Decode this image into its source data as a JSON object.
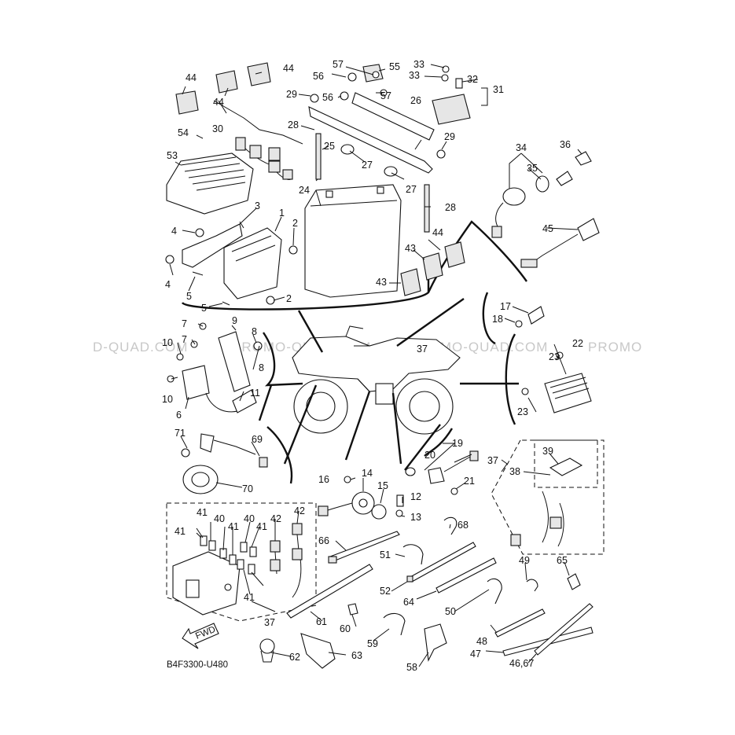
{
  "watermarks": [
    "D-QUAD.COM",
    "PROMO-QUAD.COM",
    "PROMO-QUAD.COM",
    "PROMO"
  ],
  "diagram_code": "B4F3300-U480",
  "fwd_label": "FWD",
  "callouts": {
    "c1": "1",
    "c2a": "2",
    "c2b": "2",
    "c3": "3",
    "c4a": "4",
    "c4b": "4",
    "c5a": "5",
    "c5b": "5",
    "c6": "6",
    "c7a": "7",
    "c7b": "7",
    "c8a": "8",
    "c8b": "8",
    "c9": "9",
    "c10a": "10",
    "c10b": "10",
    "c11": "11",
    "c12": "12",
    "c13": "13",
    "c14": "14",
    "c15": "15",
    "c16": "16",
    "c17": "17",
    "c18": "18",
    "c19": "19",
    "c20": "20",
    "c21": "21",
    "c22": "22",
    "c23a": "23",
    "c23b": "23",
    "c24": "24",
    "c25": "25",
    "c26": "26",
    "c27a": "27",
    "c27b": "27",
    "c28a": "28",
    "c28b": "28",
    "c29a": "29",
    "c29b": "29",
    "c30": "30",
    "c31": "31",
    "c32": "32",
    "c33a": "33",
    "c33b": "33",
    "c34": "34",
    "c35": "35",
    "c36": "36",
    "c37a": "37",
    "c37b": "37",
    "c37c": "37",
    "c38": "38",
    "c39": "39",
    "c40a": "40",
    "c40b": "40",
    "c41a": "41",
    "c41b": "41",
    "c41c": "41",
    "c41d": "41",
    "c41e": "41",
    "c42a": "42",
    "c42b": "42",
    "c43a": "43",
    "c43b": "43",
    "c44a": "44",
    "c44b": "44",
    "c44c": "44",
    "c44d": "44",
    "c45": "45",
    "c46": "46,67",
    "c47": "47",
    "c48": "48",
    "c49": "49",
    "c50": "50",
    "c51": "51",
    "c52": "52",
    "c53": "53",
    "c54": "54",
    "c55": "55",
    "c56a": "56",
    "c56b": "56",
    "c57a": "57",
    "c57b": "57",
    "c58": "58",
    "c59": "59",
    "c60": "60",
    "c61": "61",
    "c62": "62",
    "c63": "63",
    "c64": "64",
    "c65": "65",
    "c66": "66",
    "c68": "68",
    "c69": "69",
    "c70": "70",
    "c71": "71"
  }
}
